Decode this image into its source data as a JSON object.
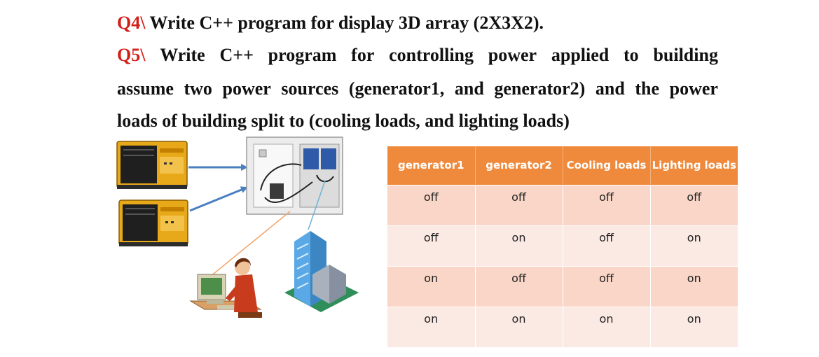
{
  "questions": {
    "q4": {
      "number": "Q4\\",
      "text": " Write C++ program for display 3D array (2X3X2)."
    },
    "q5": {
      "number": "Q5\\",
      "line1": [
        "Write",
        "C++",
        "program",
        "for",
        "controlling",
        "power",
        "applied",
        "to",
        "building"
      ],
      "line2": [
        "assume",
        "two",
        "power",
        "sources",
        "(generator1,",
        "and",
        "generator2)",
        "and",
        "the",
        "power"
      ],
      "line3": "loads of building split to (cooling loads, and lighting loads)"
    }
  },
  "table": {
    "headers": [
      "generator1",
      "generator2",
      "Cooling loads",
      "Lighting loads"
    ],
    "rows": [
      [
        "off",
        "off",
        "off",
        "off"
      ],
      [
        "off",
        "on",
        "off",
        "on"
      ],
      [
        "on",
        "off",
        "off",
        "on"
      ],
      [
        "on",
        "on",
        "on",
        "on"
      ]
    ]
  },
  "colors": {
    "question_number": "#d21f17",
    "table_header": "#ef8a3c",
    "row_dark": "#f9d6c7",
    "row_light": "#fbeae4",
    "arrow": "#4a7fc1",
    "link_line": "#f3a36a"
  },
  "illustration": {
    "icons": [
      "generator-icon",
      "generator-icon",
      "control-panel-icon",
      "building-icon",
      "computer-operator-icon"
    ]
  }
}
